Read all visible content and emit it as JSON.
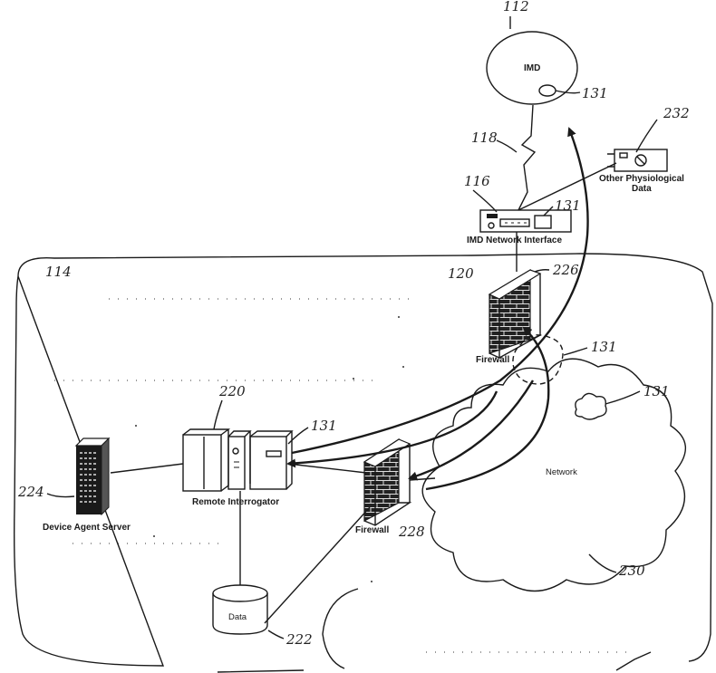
{
  "nodes": {
    "imd": "IMD",
    "imd_network_interface": "IMD Network Interface",
    "other_physiological_data": [
      "Other Physiological",
      "Data"
    ],
    "firewall_upper": "Firewall",
    "firewall_lower": "Firewall",
    "network": "Network",
    "remote_interrogator": "Remote Interrogator",
    "device_agent_server": "Device Agent Server",
    "data_store": "Data"
  },
  "reference_numerals": {
    "imd": "112",
    "imd_tag": "131",
    "wireless_link": "118",
    "other_data": "232",
    "interface": "116",
    "interface_tag": "131",
    "secure_region": "114",
    "link_120": "120",
    "firewall_upper": "226",
    "tunnel_tag": "131",
    "network_tag": "131",
    "interrogator": "220",
    "interrogator_tag": "131",
    "server": "224",
    "firewall_lower": "228",
    "network": "230",
    "data_store": "222"
  },
  "colors": {
    "ink": "#1a1a1a",
    "brick_dark": "#222222",
    "paper": "#ffffff"
  }
}
